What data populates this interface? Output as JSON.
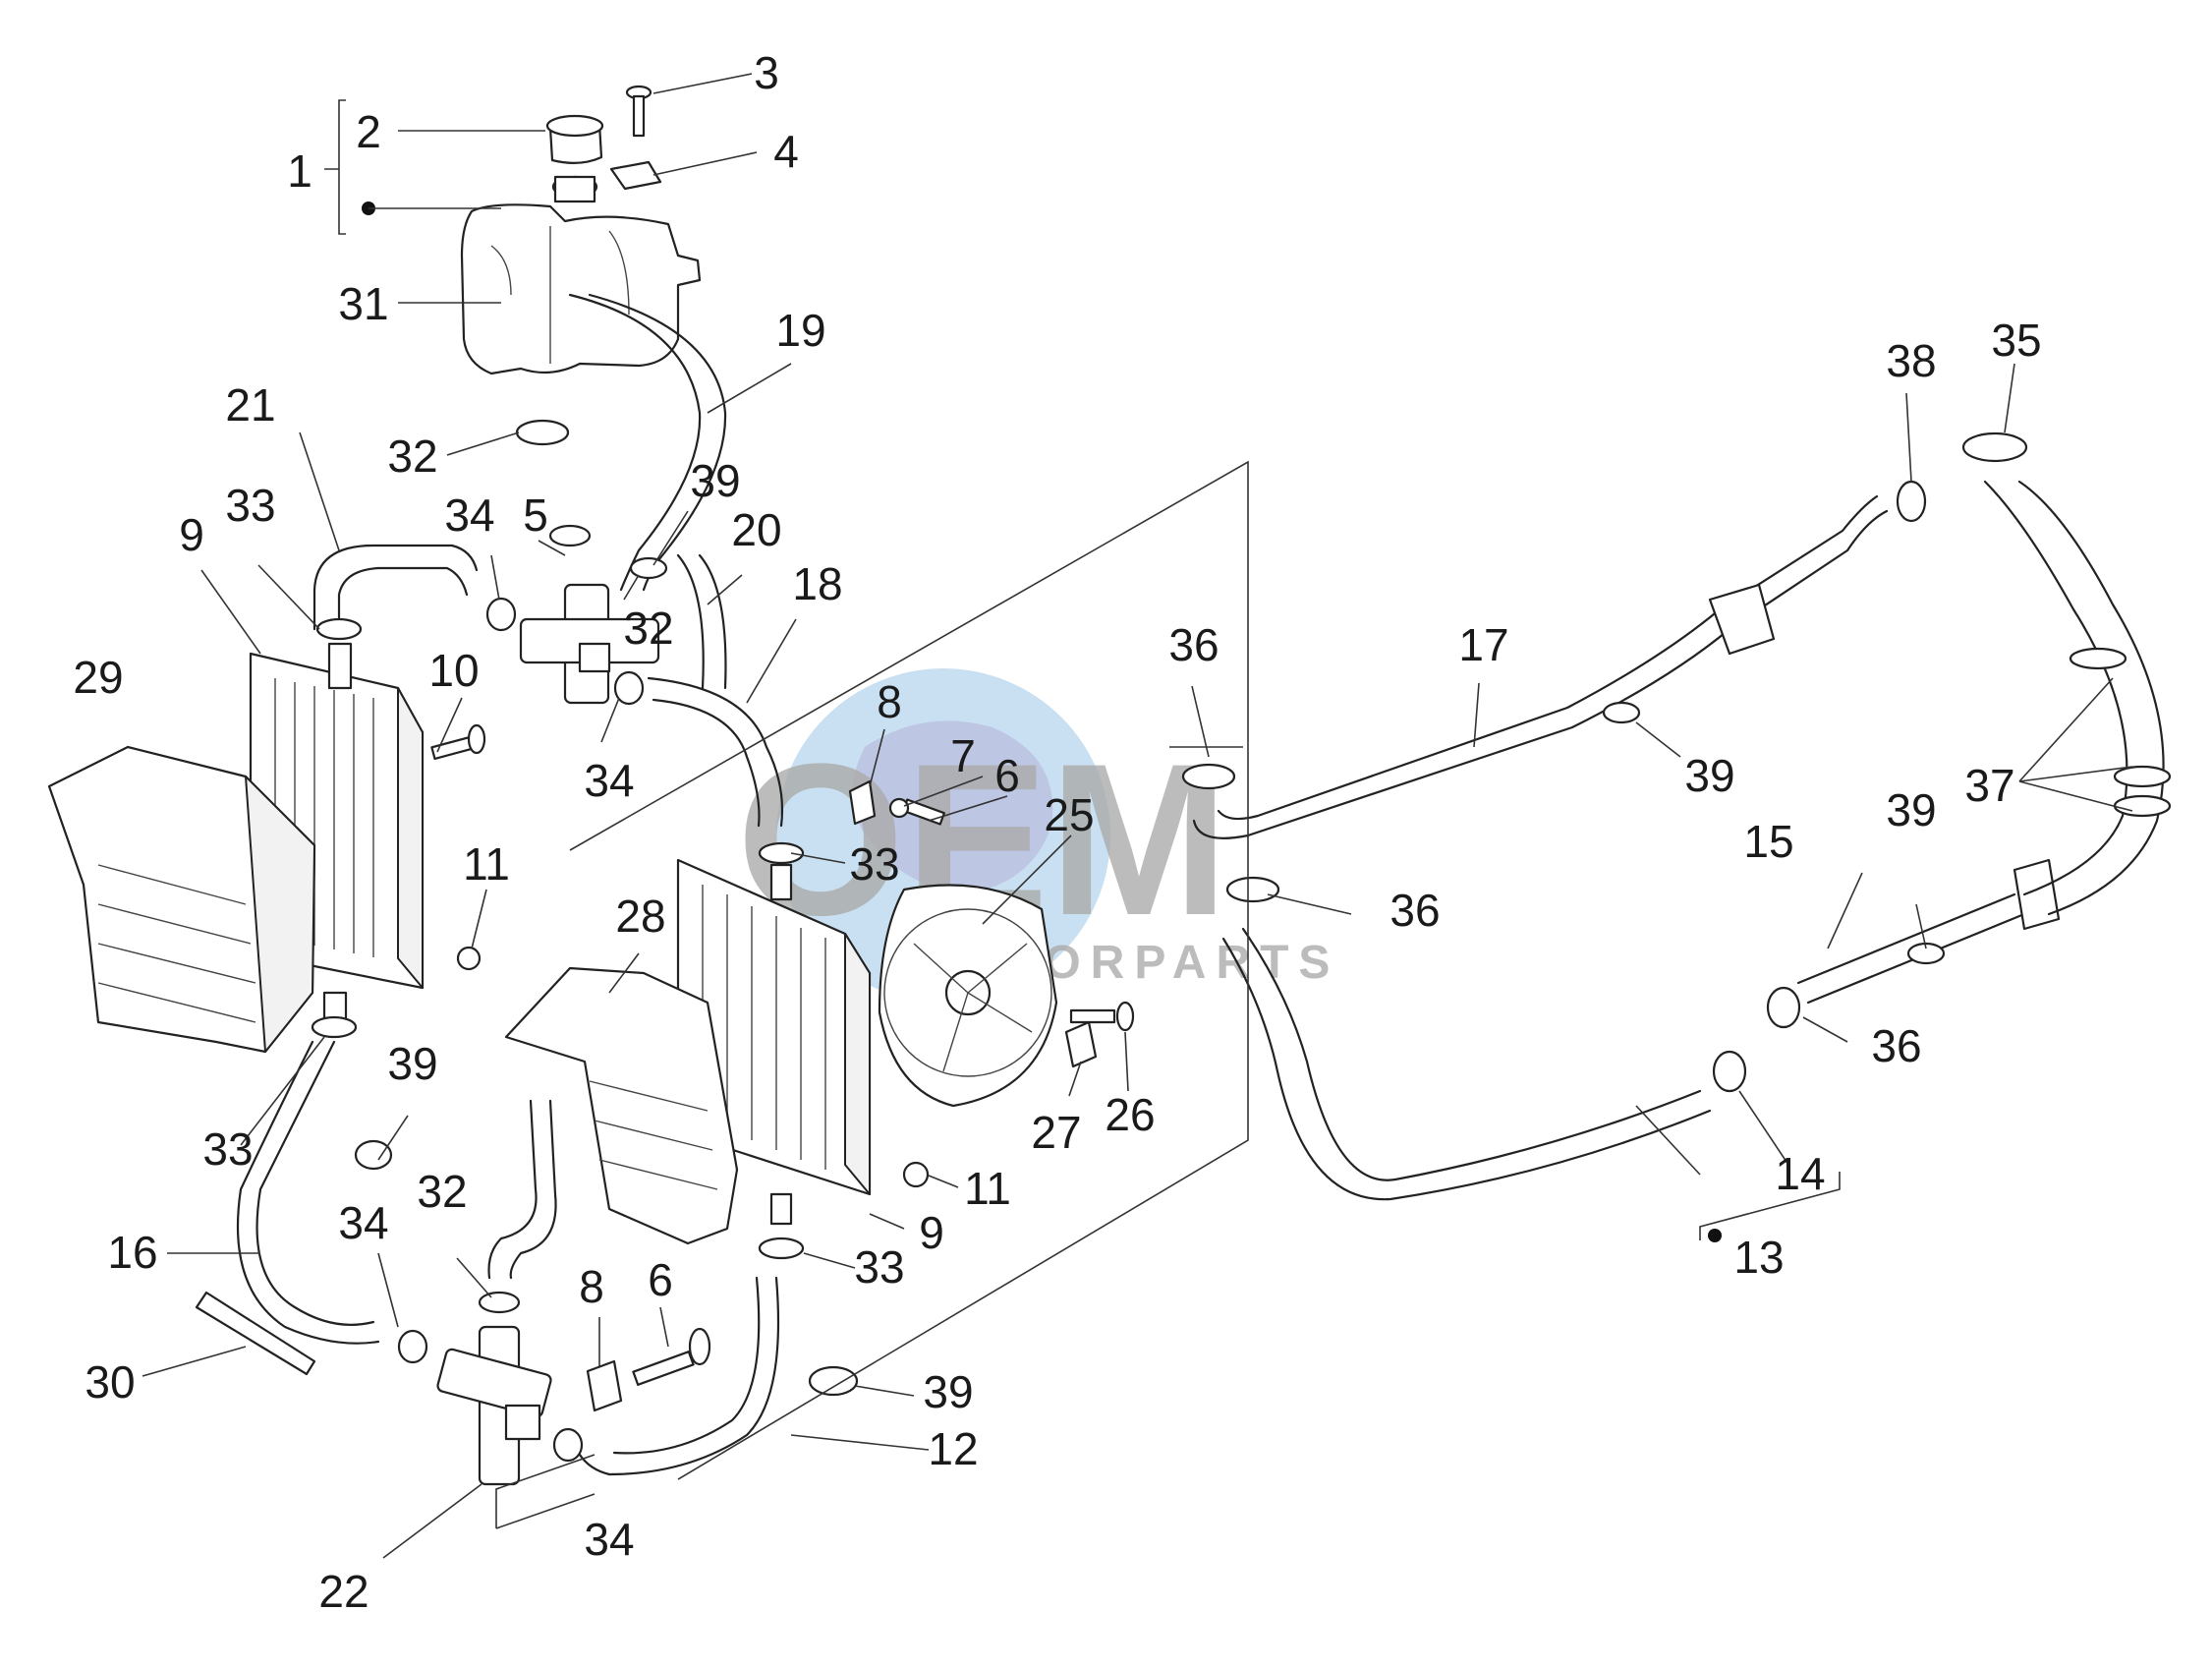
{
  "watermark": {
    "brand": "OEM",
    "subtitle": "MOTORPARTS",
    "globe_color": "#b7d6ee",
    "accent_color": "#9b97c9",
    "text_color": "#8f8f8f"
  },
  "callouts": [
    {
      "id": "c1",
      "text": "1"
    },
    {
      "id": "c2",
      "text": "2"
    },
    {
      "id": "c3",
      "text": "3"
    },
    {
      "id": "c4",
      "text": "4"
    },
    {
      "id": "c31",
      "text": "31"
    },
    {
      "id": "c19",
      "text": "19"
    },
    {
      "id": "c21",
      "text": "21"
    },
    {
      "id": "c32a",
      "text": "32"
    },
    {
      "id": "c33a",
      "text": "33"
    },
    {
      "id": "c9a",
      "text": "9"
    },
    {
      "id": "c34a",
      "text": "34"
    },
    {
      "id": "c5",
      "text": "5"
    },
    {
      "id": "c39a",
      "text": "39"
    },
    {
      "id": "c20",
      "text": "20"
    },
    {
      "id": "c18",
      "text": "18"
    },
    {
      "id": "c32b",
      "text": "32"
    },
    {
      "id": "c29",
      "text": "29"
    },
    {
      "id": "c10",
      "text": "10"
    },
    {
      "id": "c34b",
      "text": "34"
    },
    {
      "id": "c8a",
      "text": "8"
    },
    {
      "id": "c7",
      "text": "7"
    },
    {
      "id": "c6a",
      "text": "6"
    },
    {
      "id": "c25",
      "text": "25"
    },
    {
      "id": "c33b",
      "text": "33"
    },
    {
      "id": "c11a",
      "text": "11"
    },
    {
      "id": "c28",
      "text": "28"
    },
    {
      "id": "c39b",
      "text": "39"
    },
    {
      "id": "c33c",
      "text": "33"
    },
    {
      "id": "c27",
      "text": "27"
    },
    {
      "id": "c26",
      "text": "26"
    },
    {
      "id": "c11b",
      "text": "11"
    },
    {
      "id": "c9b",
      "text": "9"
    },
    {
      "id": "c33d",
      "text": "33"
    },
    {
      "id": "c16",
      "text": "16"
    },
    {
      "id": "c34c",
      "text": "34"
    },
    {
      "id": "c32c",
      "text": "32"
    },
    {
      "id": "c8b",
      "text": "8"
    },
    {
      "id": "c6b",
      "text": "6"
    },
    {
      "id": "c30",
      "text": "30"
    },
    {
      "id": "c39c",
      "text": "39"
    },
    {
      "id": "c12",
      "text": "12"
    },
    {
      "id": "c34d",
      "text": "34"
    },
    {
      "id": "c22",
      "text": "22"
    },
    {
      "id": "c36a",
      "text": "36"
    },
    {
      "id": "c17",
      "text": "17"
    },
    {
      "id": "c39d",
      "text": "39"
    },
    {
      "id": "c36b",
      "text": "36"
    },
    {
      "id": "c38",
      "text": "38"
    },
    {
      "id": "c35",
      "text": "35"
    },
    {
      "id": "c37",
      "text": "37"
    },
    {
      "id": "c39e",
      "text": "39"
    },
    {
      "id": "c15",
      "text": "15"
    },
    {
      "id": "c36c",
      "text": "36"
    },
    {
      "id": "c14",
      "text": "14"
    },
    {
      "id": "c13",
      "text": "13"
    }
  ]
}
